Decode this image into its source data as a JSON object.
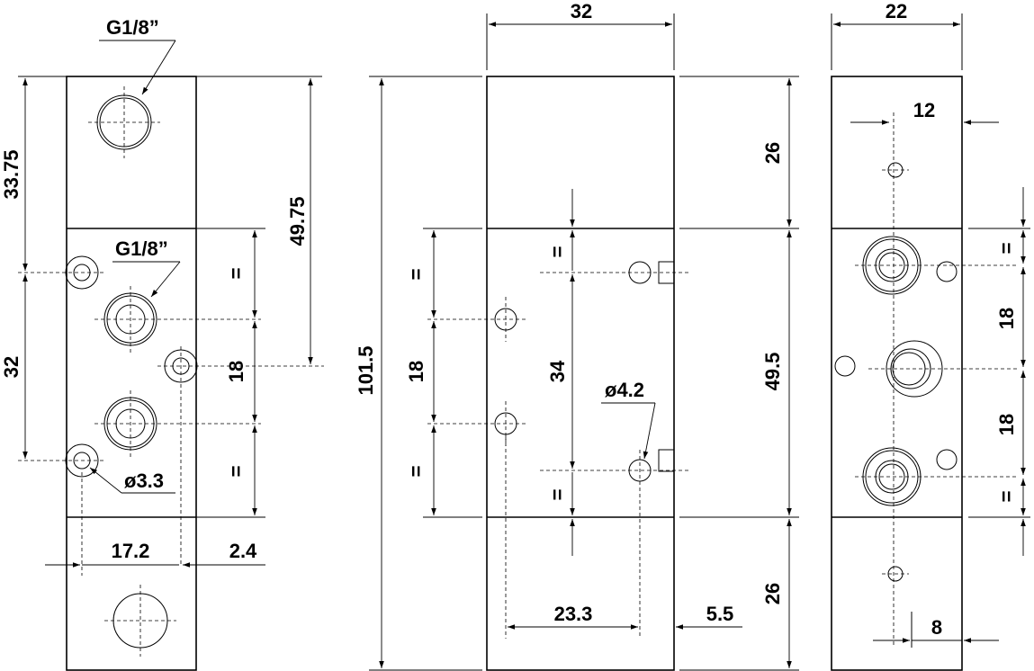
{
  "views": {
    "left": {
      "thread_top": "G1/8”",
      "thread_mid": "G1/8”",
      "dim_33_75": "33.75",
      "dim_49_75": "49.75",
      "dim_32": "32",
      "dim_18": "18",
      "dim_eq1": "=",
      "dim_eq2": "=",
      "dim_hole": "ø3.3",
      "dim_17_2": "17.2",
      "dim_2_4": "2.4"
    },
    "middle": {
      "dim_width": "32",
      "dim_total": "101.5",
      "dim_18": "18",
      "dim_eq1": "=",
      "dim_eq2": "=",
      "dim_34": "34",
      "dim_eq3": "=",
      "dim_eq4": "=",
      "dim_hole": "ø4.2",
      "dim_26_top": "26",
      "dim_49_5": "49.5",
      "dim_26_bottom": "26",
      "dim_23_3": "23.3",
      "dim_5_5": "5.5"
    },
    "right": {
      "dim_width": "22",
      "dim_12": "12",
      "dim_eq1": "=",
      "dim_18_a": "18",
      "dim_18_b": "18",
      "dim_eq2": "=",
      "dim_8": "8"
    }
  }
}
